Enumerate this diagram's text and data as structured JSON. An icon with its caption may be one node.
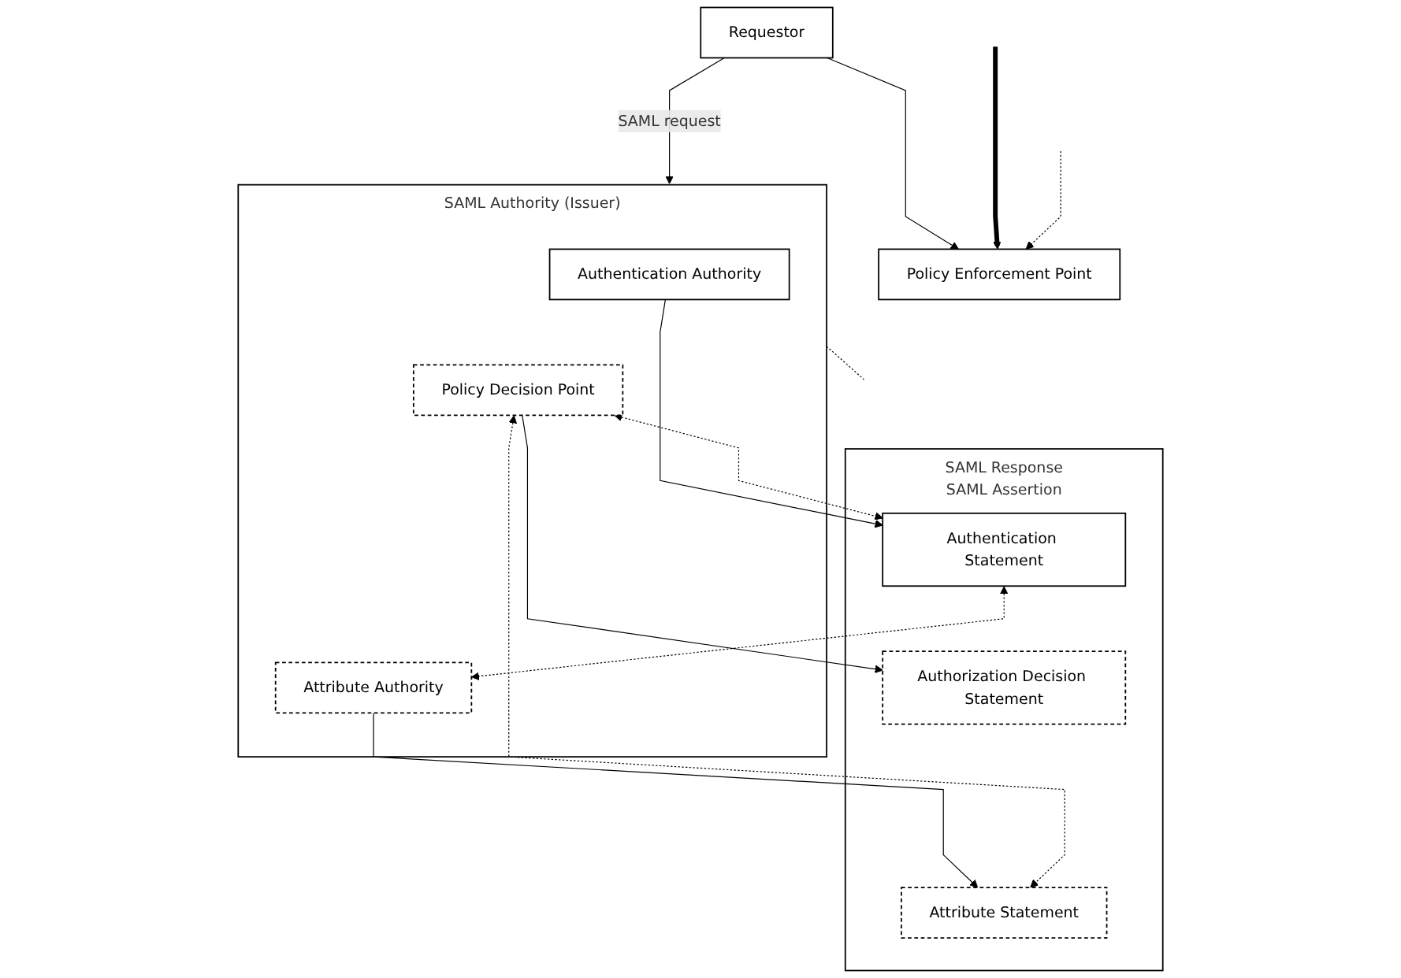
{
  "diagram": {
    "nodes": [
      {
        "text": [
          "Requestor"
        ]
      },
      {
        "text": [
          "SAML Response",
          "SAML Assertion"
        ]
      },
      {
        "text": [
          "Authentication Statement"
        ],
        "in": 1
      },
      {
        "text": [
          "Attribute Statement"
        ],
        "in": 1
      },
      {
        "text": [
          "Authorization Decision Statement"
        ],
        "in": 1
      },
      {
        "text": [
          "SAML Authority (Issuer)"
        ]
      },
      {
        "text": [
          "Authentication Authority"
        ],
        "in": 5
      },
      {
        "text": [
          "Attribute Authority"
        ],
        "in": 5
      },
      {
        "text": [
          "Policy Decision Point"
        ],
        "in": 5
      },
      {
        "text": [
          "Policy Enforcement Point"
        ]
      }
    ],
    "edges": [
      {
        "from": 0,
        "to": 5,
        "arrow": "to",
        "label": "SAML request"
      },
      {
        "from": 0,
        "to": 9,
        "arrow": "to"
      },
      {
        "from": 6,
        "to": 2,
        "arrow": "to"
      },
      {
        "from": 7,
        "to": 3,
        "arrow": "to"
      },
      {
        "from": 8,
        "to": 4,
        "arrow": "to"
      },
      {
        "from": 2,
        "to": 7,
        "arrow": "both",
        "style": "dashed"
      },
      {
        "from": 8,
        "to": 2,
        "arrow": "both",
        "style": "dashed"
      },
      {
        "from": 8,
        "to": 3,
        "arrow": "both",
        "style": "dashed"
      },
      {
        "from": null,
        "to": 9,
        "arrow": "to",
        "style": "thick"
      },
      {
        "from": null,
        "to": 9,
        "arrow": "to",
        "style": "dashed"
      },
      {
        "from": 5,
        "to": null,
        "arrow": "none",
        "style": "dashed"
      }
    ]
  }
}
